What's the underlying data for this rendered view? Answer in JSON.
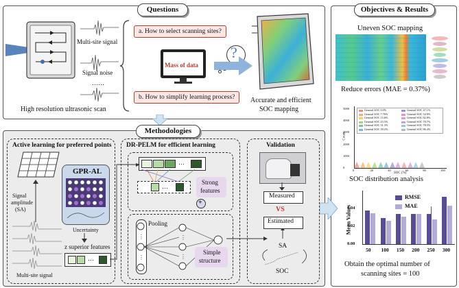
{
  "headers": {
    "questions": "Questions",
    "objectives": "Objectives & Results",
    "methodologies": "Methodologies"
  },
  "questions_panel": {
    "multi_site_signal": "Multi-site signal",
    "signal_noise": "Signal noise",
    "ellipsis": "……",
    "scan_caption": "High resolution ultrasonic scan",
    "question_a": "a. How to select scanning sites?",
    "question_b": "b. How to simplify learning process?",
    "monitor_text": "Mass of data",
    "question_mark": "?",
    "result_caption_1": "Accurate and efficient",
    "result_caption_2": "SOC mapping"
  },
  "active_learning": {
    "title": "Active learning for preferred points",
    "gpr": "GPR-AL",
    "signal_axis_1": "Signal",
    "signal_axis_2": "amplitude",
    "signal_axis_3": "(SA)",
    "uncertainty": "Uncertainty",
    "z_features": "z superior features",
    "dots": "…",
    "multisite": "Multi-site signal"
  },
  "drpelm": {
    "title": "DR-PELM for efficient learning",
    "strong_1": "Strong",
    "strong_2": "features",
    "plus": "+",
    "pooling": "Pooling",
    "simple_1": "Simple",
    "simple_2": "structure",
    "dots": "…"
  },
  "validation": {
    "title": "Validation",
    "measured": "Measured",
    "vs": "VS",
    "estimated": "Estimated",
    "sa": "SA",
    "soc": "SOC"
  },
  "objectives_panel": {
    "uneven": "Uneven SOC mapping",
    "reduce": "Reduce errors (MAE = 0.37%)",
    "distribution": "SOC distribution analysis",
    "optimal_1": "Obtain the optimal number of",
    "optimal_2": "scanning sites = 100"
  },
  "dist_legend": [
    "General SOC 0.0%",
    "General SOC 7.76%",
    "General SOC 15.6%",
    "General SOC 23.5%",
    "General SOC 31.3%",
    "General SOC 39.2%",
    "General SOC 47.1%",
    "General SOC 54.9%",
    "General SOC 62.8%",
    "General SOC 70.7%",
    "General SOC 78.5%",
    "General SOC 86.4%"
  ],
  "dist_axis": {
    "xlabel": "SOC (%)",
    "ylabel": "Count",
    "x_ticks": [
      "0",
      "20",
      "40",
      "60",
      "80",
      "100"
    ],
    "y_ticks": [
      "0",
      "1000",
      "2000",
      "3000",
      "4000",
      "5000"
    ]
  },
  "chart_data": {
    "type": "bar",
    "categories": [
      "50",
      "100",
      "150",
      "200",
      "250",
      "300"
    ],
    "series": [
      {
        "name": "RMSE",
        "values": [
          0.038,
          0.029,
          0.038,
          0.041,
          0.042,
          0.053
        ]
      },
      {
        "name": "MAE",
        "values": [
          0.035,
          0.026,
          0.031,
          0.036,
          0.028,
          0.043
        ]
      }
    ],
    "ylabel": "Mean Values",
    "y_ticks": [
      "0.00",
      "0.02",
      "0.04"
    ],
    "ylim": [
      0,
      0.06
    ],
    "colors": {
      "RMSE": "#5a4a9a",
      "MAE": "#b3acd8"
    }
  }
}
